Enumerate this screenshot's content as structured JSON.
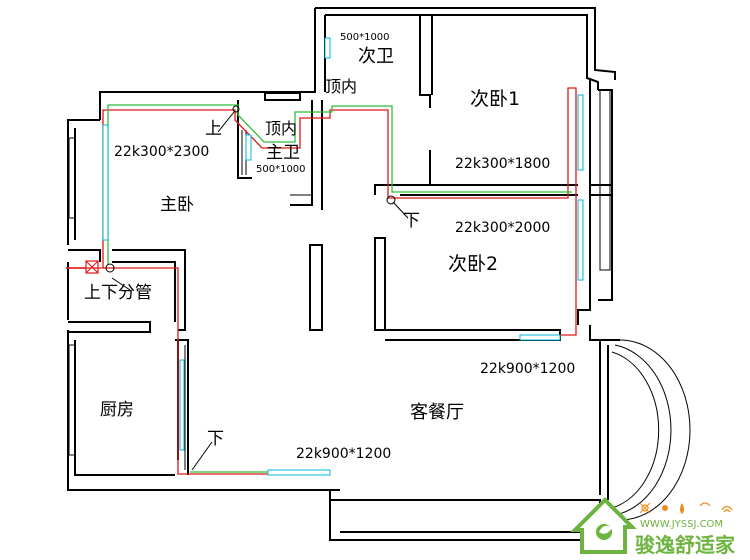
{
  "rooms": {
    "master_bedroom": "主卧",
    "second_bath": "次卫",
    "master_bath": "主卫",
    "second_bedroom_1": "次卧1",
    "second_bedroom_2": "次卧2",
    "kitchen": "厨房",
    "living_dining": "客餐厅"
  },
  "annotations": {
    "ceiling_inside_1": "顶内",
    "ceiling_inside_2": "顶内",
    "up": "上",
    "down_1": "下",
    "down_2": "下",
    "updown_manifold": "上下分管"
  },
  "radiators": {
    "master_bedroom": "22k300*2300",
    "second_bath": "500*1000",
    "master_bath": "500*1000",
    "second_bedroom_1": "22k300*1800",
    "second_bedroom_2": "22k300*2000",
    "living_right": "22k900*1200",
    "living_bottom": "22k900*1200"
  },
  "logo": {
    "url": "WWW.JYSSJ.COM",
    "brand": "骏逸舒适家"
  },
  "colors": {
    "wall": "#000000",
    "supply_pipe": "#e01818",
    "return_pipe": "#2fbf3a",
    "radiator": "#00b7d8",
    "logo_green": "#6db33f",
    "logo_orange": "#f08a1c"
  }
}
